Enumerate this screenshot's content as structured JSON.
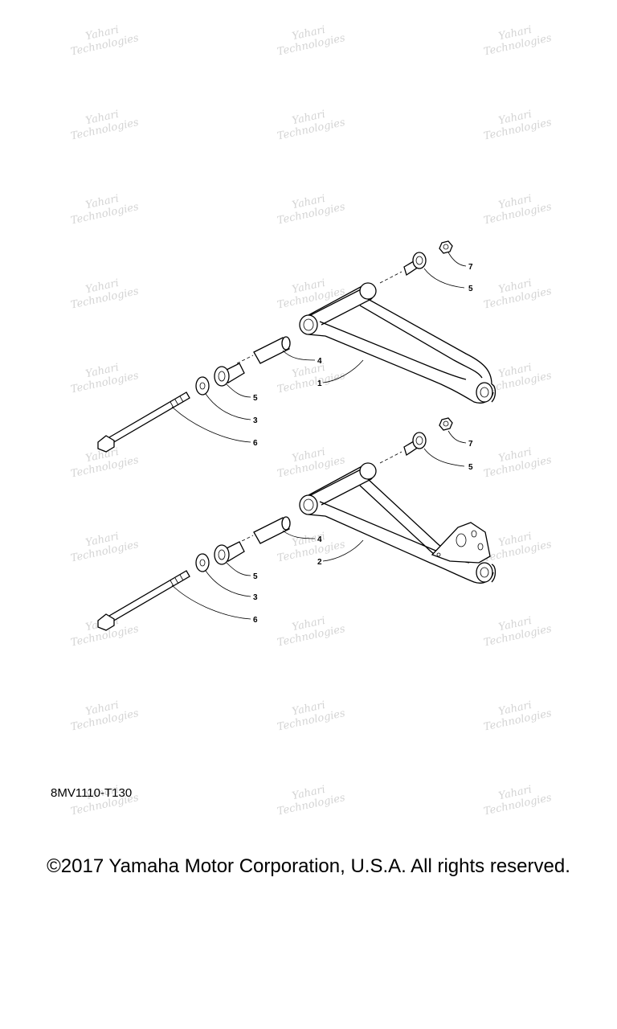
{
  "diagram_code": "8MV1110-T130",
  "copyright": "©2017 Yamaha Motor Corporation, U.S.A. All rights reserved.",
  "watermark_lines": [
    "Yahari",
    "Technologies"
  ],
  "upper_assembly_callouts": [
    "7",
    "5",
    "4",
    "1",
    "5",
    "3",
    "6"
  ],
  "lower_assembly_callouts": [
    "7",
    "5",
    "4",
    "2",
    "5",
    "3",
    "6"
  ]
}
